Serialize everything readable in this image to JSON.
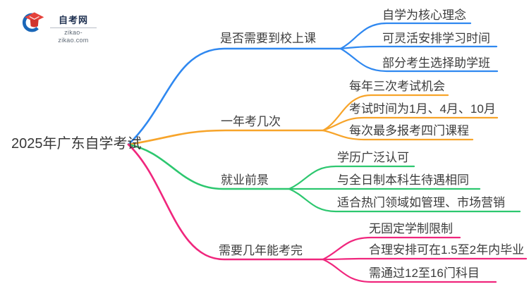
{
  "logo": {
    "name": "自考网",
    "domain": "zikao-zikao.com",
    "swoosh_color": "#1a67b8",
    "cap_color": "#e5423b",
    "cap_shadow_color": "#d0342d"
  },
  "root": {
    "label": "2025年广东自学考试"
  },
  "branches": [
    {
      "label": "是否需要到校上课",
      "color": "#2f88f0",
      "children": [
        "自学为核心理念",
        "可灵活安排学习时间",
        "部分考生选择助学班"
      ]
    },
    {
      "label": "一年考几次",
      "color": "#f7a42a",
      "children": [
        "每年三次考试机会",
        "考试时间为1月、4月、10月",
        "每次最多报考四门课程"
      ]
    },
    {
      "label": "就业前景",
      "color": "#2dc76f",
      "children": [
        "学历广泛认可",
        "与全日制本科生待遇相同",
        "适合热门领域如管理、市场营销"
      ]
    },
    {
      "label": "需要几年能考完",
      "color": "#f0267d",
      "children": [
        "无固定学制限制",
        "合理安排可在1.5至2年内毕业",
        "需通过12至16门科目"
      ]
    }
  ]
}
